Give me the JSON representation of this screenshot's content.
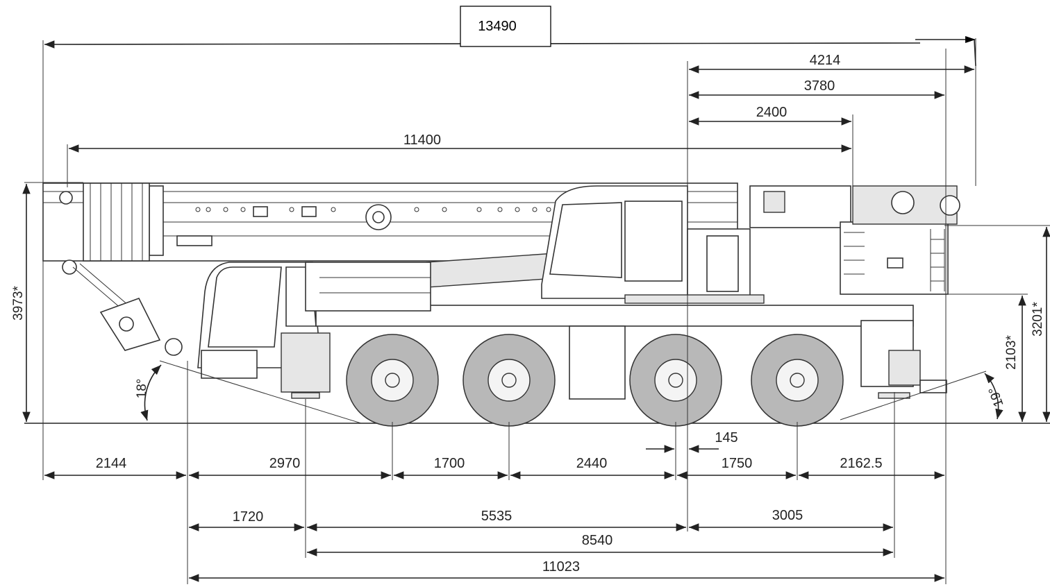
{
  "dimensions": {
    "overall_length": "13490",
    "top_right_1": "4214",
    "top_right_2": "3780",
    "top_right_3": "2400",
    "boom_length": "11400",
    "bottom_row_1": [
      "2144",
      "2970",
      "1700",
      "2440",
      "1750",
      "2162.5"
    ],
    "offset_small": "145",
    "bottom_row_2": [
      "1720",
      "5535",
      "3005"
    ],
    "bottom_row_3": "8540",
    "bottom_row_4": "11023"
  },
  "heights": {
    "overall_height": "3973*",
    "mid_height": "2103*",
    "right_height": "3201*"
  },
  "angles": {
    "front_approach": "18°",
    "rear_departure": "19°"
  }
}
